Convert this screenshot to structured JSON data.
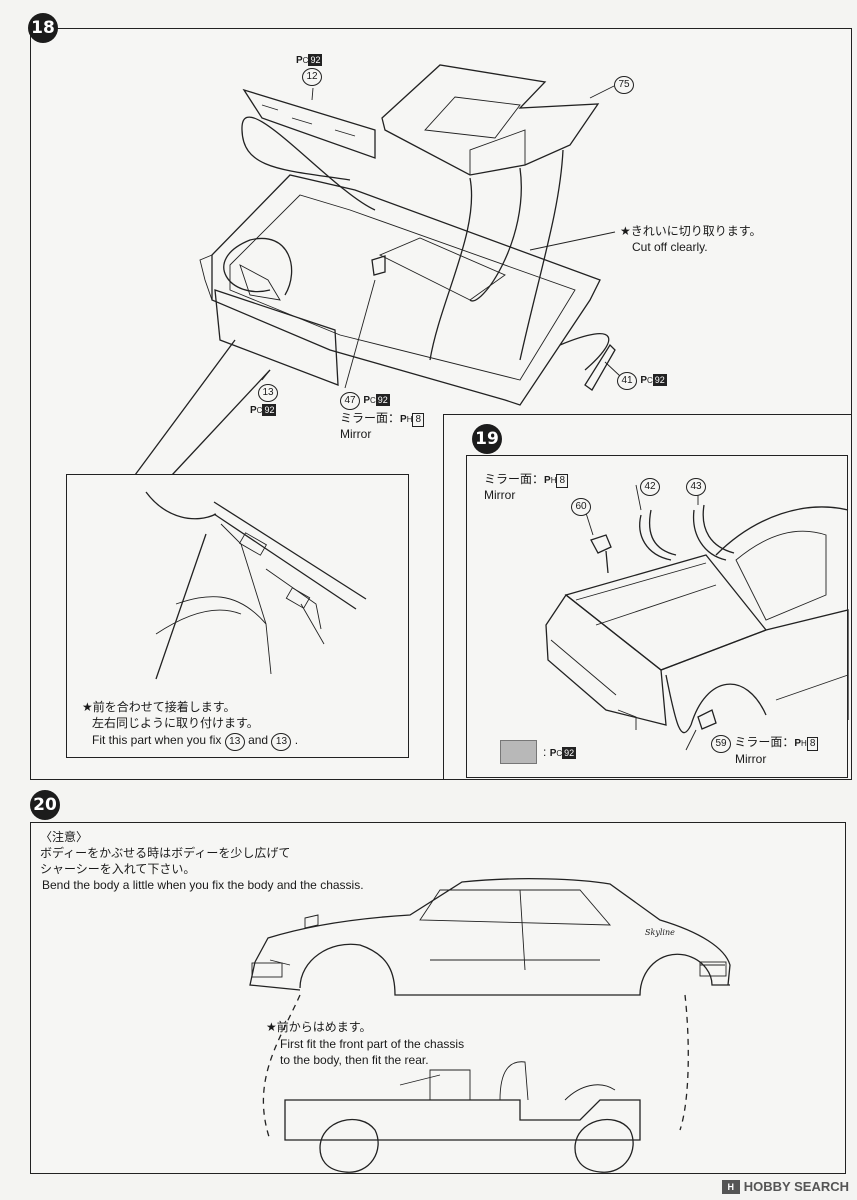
{
  "step18": {
    "number": "18",
    "part12": {
      "num": "12",
      "p": "P",
      "sub": "C",
      "code": "92"
    },
    "part75": {
      "num": "75"
    },
    "note_jp": "★きれいに切り取ります。",
    "note_en": "Cut off clearly.",
    "part41": {
      "num": "41",
      "p": "P",
      "sub": "C",
      "code": "92"
    },
    "part13": {
      "num": "13",
      "p": "P",
      "sub": "C",
      "code": "92"
    },
    "part47": {
      "num": "47",
      "p": "P",
      "sub": "C",
      "code": "92"
    },
    "mirror_face_jp": "ミラー面：",
    "mirror_code": {
      "p": "P",
      "sub": "H",
      "code": "8"
    },
    "mirror_en": "Mirror",
    "detail_jp1": "★前を合わせて接着します。",
    "detail_jp2": "左右同じように取り付けます。",
    "detail_en_a": "Fit this part when you fix",
    "detail_en_n1": "13",
    "detail_en_and": "and",
    "detail_en_n2": "13",
    "detail_en_end": "."
  },
  "step19": {
    "number": "19",
    "mirror_face_jp": "ミラー面：",
    "mirror_code": {
      "p": "P",
      "sub": "H",
      "code": "8"
    },
    "mirror_en": "Mirror",
    "part60": "60",
    "part42": "42",
    "part43": "43",
    "part59": "59",
    "mirror2_face_jp": "ミラー面：",
    "mirror2_en": "Mirror",
    "legend_sep": ":",
    "legend_code": {
      "p": "P",
      "sub": "C",
      "code": "92"
    },
    "legend_swatch_color": "#b8b8b8"
  },
  "step20": {
    "number": "20",
    "caution_title": "〈注意〉",
    "caution_jp1": "ボディーをかぶせる時はボディーを少し広げて",
    "caution_jp2": "シャーシーを入れて下さい。",
    "caution_en": "Bend the body a little when you fix the body and the chassis.",
    "front_jp": "★前からはめます。",
    "front_en1": "First fit the front part of the chassis",
    "front_en2": "to the body, then fit the rear.",
    "badge": "Skyline"
  },
  "watermark": {
    "logo": "H",
    "text": "HOBBY SEARCH"
  }
}
